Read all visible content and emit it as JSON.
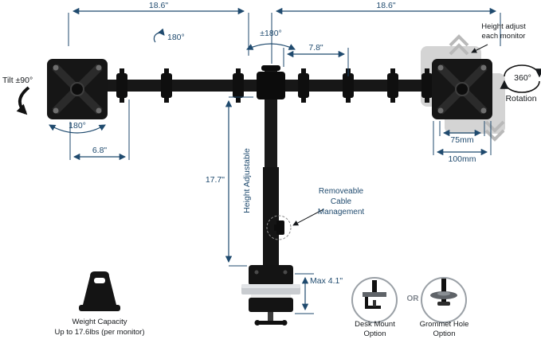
{
  "colors": {
    "dimension_accent": "#1f4a6e",
    "hardware_black": "#161616",
    "ghost_gray": "#d4d4d4",
    "circle_border": "#9aa0a6"
  },
  "dimensions": {
    "top_left_span": "18.6\"",
    "top_right_span": "18.6\"",
    "arm_swivel": "180°",
    "pole_swivel": "±180°",
    "pole_offset": "7.8\"",
    "plate_swivel": "180°",
    "tilt": "Tilt ±90°",
    "rotation_degrees": "360°",
    "rotation_label": "Rotation",
    "arm_section": "6.8\"",
    "pole_height": "17.7\"",
    "height_adjustable": "Height Adjustable",
    "vesa_inner": "75mm",
    "vesa_outer": "100mm",
    "clamp_max": "Max 4.1\""
  },
  "annotations": {
    "height_adjust_line1": "Height adjust",
    "height_adjust_line2": "each monitor",
    "cable_line1": "Removeable",
    "cable_line2": "Cable",
    "cable_line3": "Management",
    "weight_line1": "Weight Capacity",
    "weight_line2": "Up to 17.6lbs (per monitor)",
    "or": "OR",
    "desk_mount_line1": "Desk Mount",
    "desk_mount_line2": "Option",
    "grommet_line1": "Grommet Hole",
    "grommet_line2": "Option"
  }
}
